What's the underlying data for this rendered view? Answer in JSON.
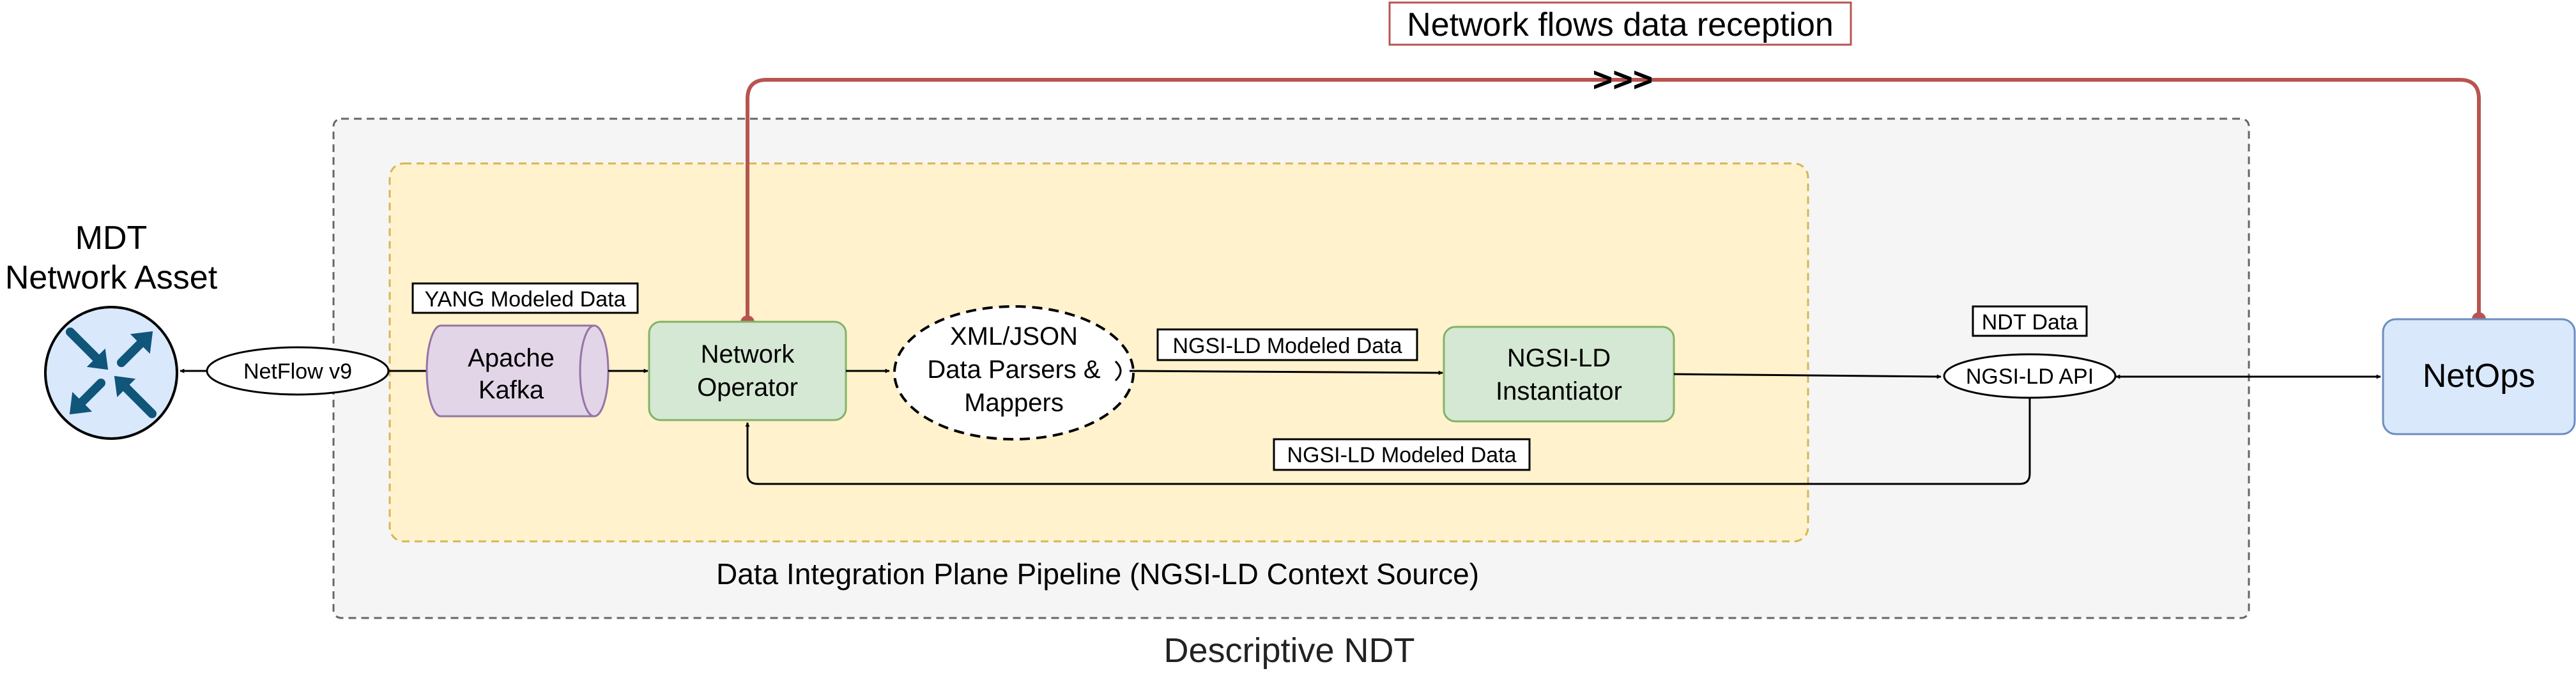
{
  "top_label": "Network flows data reception",
  "top_arrows": ">>>",
  "asset": {
    "title_line1": "MDT",
    "title_line2": "Network Asset",
    "icon": "router-icon"
  },
  "netflow_label": "NetFlow v9",
  "yang_label": "YANG Modeled Data",
  "kafka": {
    "line1": "Apache",
    "line2": "Kafka"
  },
  "operator": {
    "line1": "Network",
    "line2": "Operator"
  },
  "parsers": {
    "line1": "XML/JSON",
    "line2": "Data Parsers &",
    "line3": "Mappers"
  },
  "ngsi_modeled_top": "NGSI-LD Modeled Data",
  "instantiator": {
    "line1": "NGSI-LD",
    "line2": "Instantiator"
  },
  "ndt_data_label": "NDT Data",
  "api_label": "NGSI-LD API",
  "netops_label": "NetOps",
  "ngsi_modeled_bottom": "NGSI-LD Modeled Data",
  "pipeline_caption": "Data Integration Plane Pipeline (NGSI-LD Context Source)",
  "descriptive_caption": "Descriptive NDT",
  "colors": {
    "flow_line": "#b85450",
    "kafka_fill": "#e1d5e7",
    "kafka_stroke": "#9673a6",
    "green_fill": "#d5e8d4",
    "green_stroke": "#82b366",
    "yellow_fill": "#fff2cc",
    "yellow_stroke": "#d6b656",
    "blue_fill": "#dae8fc",
    "blue_stroke": "#6c8ebf",
    "router_fill": "#dae8fc",
    "router_arrow": "#10557a",
    "outer_fill": "#f5f5f5"
  }
}
